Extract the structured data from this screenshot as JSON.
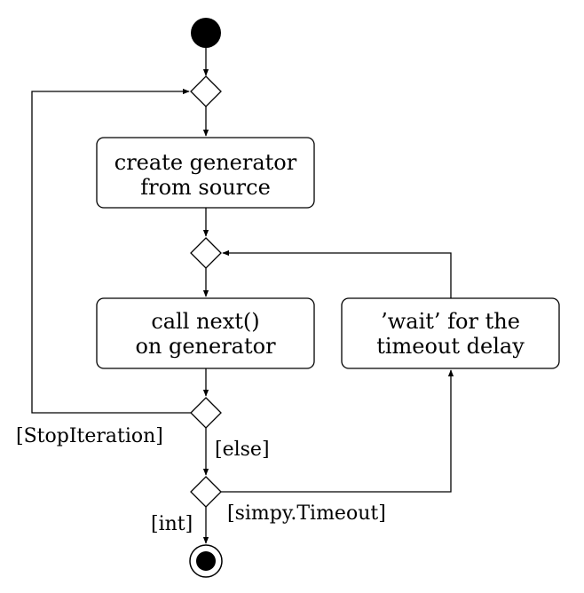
{
  "diagram": {
    "nodes": {
      "create_generator": {
        "line1": "create generator",
        "line2": "from source"
      },
      "call_next": {
        "line1": "call next()",
        "line2": "on generator"
      },
      "wait_timeout": {
        "line1": "’wait’ for the",
        "line2": "timeout delay"
      }
    },
    "guards": {
      "stop_iteration": "[StopIteration]",
      "else": "[else]",
      "simpy_timeout": "[simpy.Timeout]",
      "int": "[int]"
    }
  }
}
